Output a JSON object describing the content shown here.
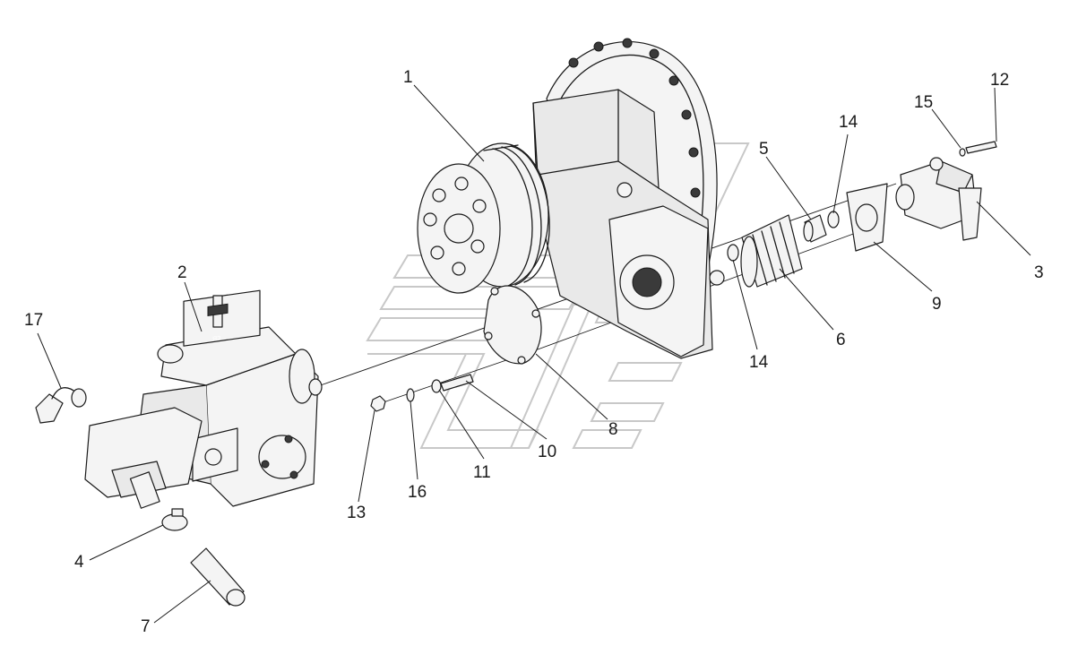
{
  "diagram": {
    "callouts": [
      {
        "id": "1",
        "label": "1"
      },
      {
        "id": "2",
        "label": "2"
      },
      {
        "id": "3",
        "label": "3"
      },
      {
        "id": "4",
        "label": "4"
      },
      {
        "id": "5",
        "label": "5"
      },
      {
        "id": "6",
        "label": "6"
      },
      {
        "id": "7",
        "label": "7"
      },
      {
        "id": "8",
        "label": "8"
      },
      {
        "id": "9",
        "label": "9"
      },
      {
        "id": "10",
        "label": "10"
      },
      {
        "id": "11",
        "label": "11"
      },
      {
        "id": "12",
        "label": "12"
      },
      {
        "id": "13",
        "label": "13"
      },
      {
        "id": "14a",
        "label": "14"
      },
      {
        "id": "14b",
        "label": "14"
      },
      {
        "id": "15",
        "label": "15"
      },
      {
        "id": "16",
        "label": "16"
      },
      {
        "id": "17",
        "label": "17"
      }
    ],
    "nameplate_text": "ЯЗ",
    "colors": {
      "line": "#1a1a1a",
      "watermark": "#c8c8c8",
      "fill": "#f4f4f4"
    }
  }
}
